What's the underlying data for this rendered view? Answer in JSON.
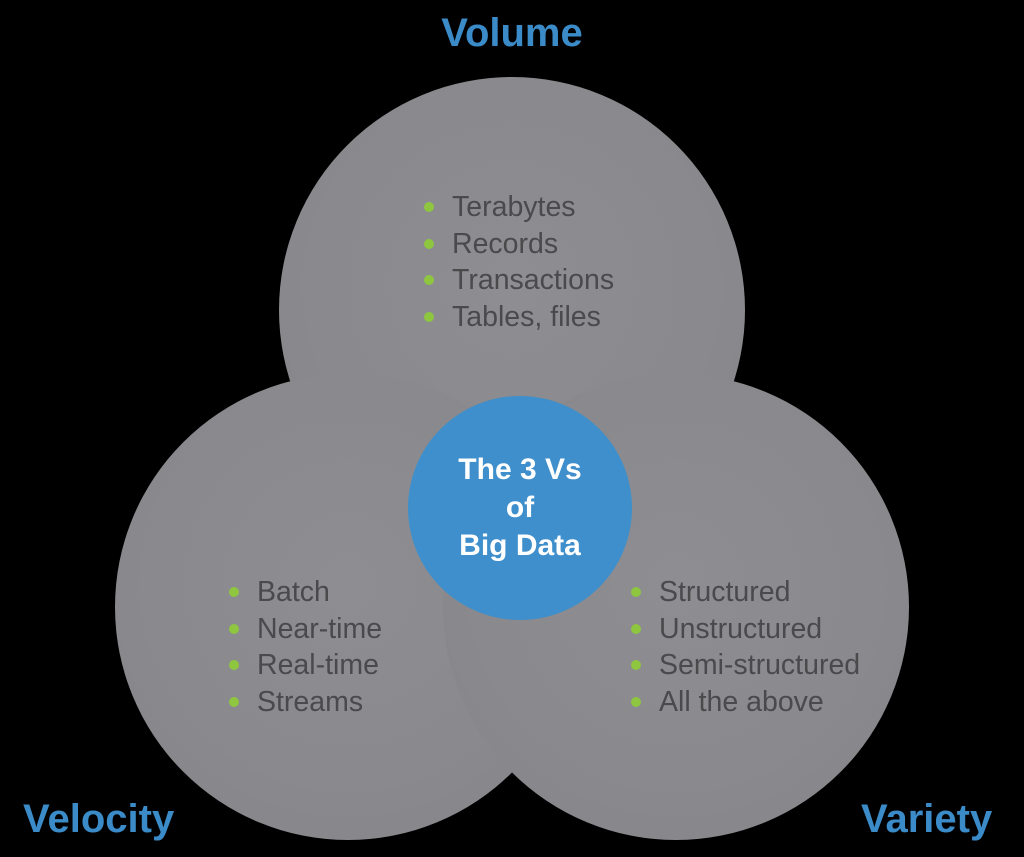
{
  "diagram": {
    "type": "venn-3-circles",
    "background_color": "#000000"
  },
  "labels": {
    "volume": "Volume",
    "velocity": "Velocity",
    "variety": "Variety"
  },
  "center": {
    "lines": [
      "The 3 Vs",
      "of",
      "Big Data"
    ]
  },
  "lists": {
    "volume": {
      "items": [
        "Terabytes",
        "Records",
        "Transactions",
        "Tables, files"
      ]
    },
    "velocity": {
      "items": [
        "Batch",
        "Near-time",
        "Real-time",
        "Streams"
      ]
    },
    "variety": {
      "items": [
        "Structured",
        "Unstructured",
        "Semi-structured",
        "All the above"
      ]
    }
  },
  "colors": {
    "background": "#000000",
    "circle_gray": "#8a8a8e",
    "center_circle_blue": "#3e8fcb",
    "label_blue": "#3a8bc8",
    "bullet_green": "#8ec63f",
    "item_text": "#4a4a4c",
    "center_text": "#ffffff"
  },
  "icons": {
    "bullet": "bullet-dot-icon"
  }
}
